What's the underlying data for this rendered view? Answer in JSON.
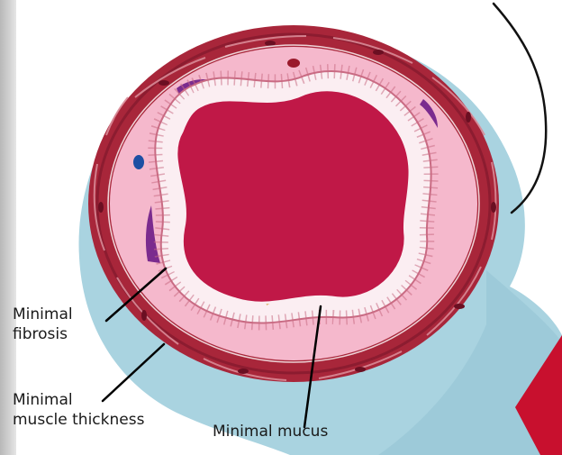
{
  "labels": {
    "fibrosis_line1": "Minimal",
    "fibrosis_line2": "fibrosis",
    "muscle_line1": "Minimal",
    "muscle_line2": "muscle thickness",
    "mucus": "Minimal mucus"
  },
  "colors": {
    "background": "#ffffff",
    "adventitia": "#a9d3e0",
    "smooth_muscle": "#a8263a",
    "submucosa": "#f5b8cc",
    "epithelium": "#fbeef2",
    "lumen": "#c01847",
    "mucus": "#e8b32c",
    "fibrosis": "#7b2b8e",
    "accent_red": "#c8102e"
  }
}
